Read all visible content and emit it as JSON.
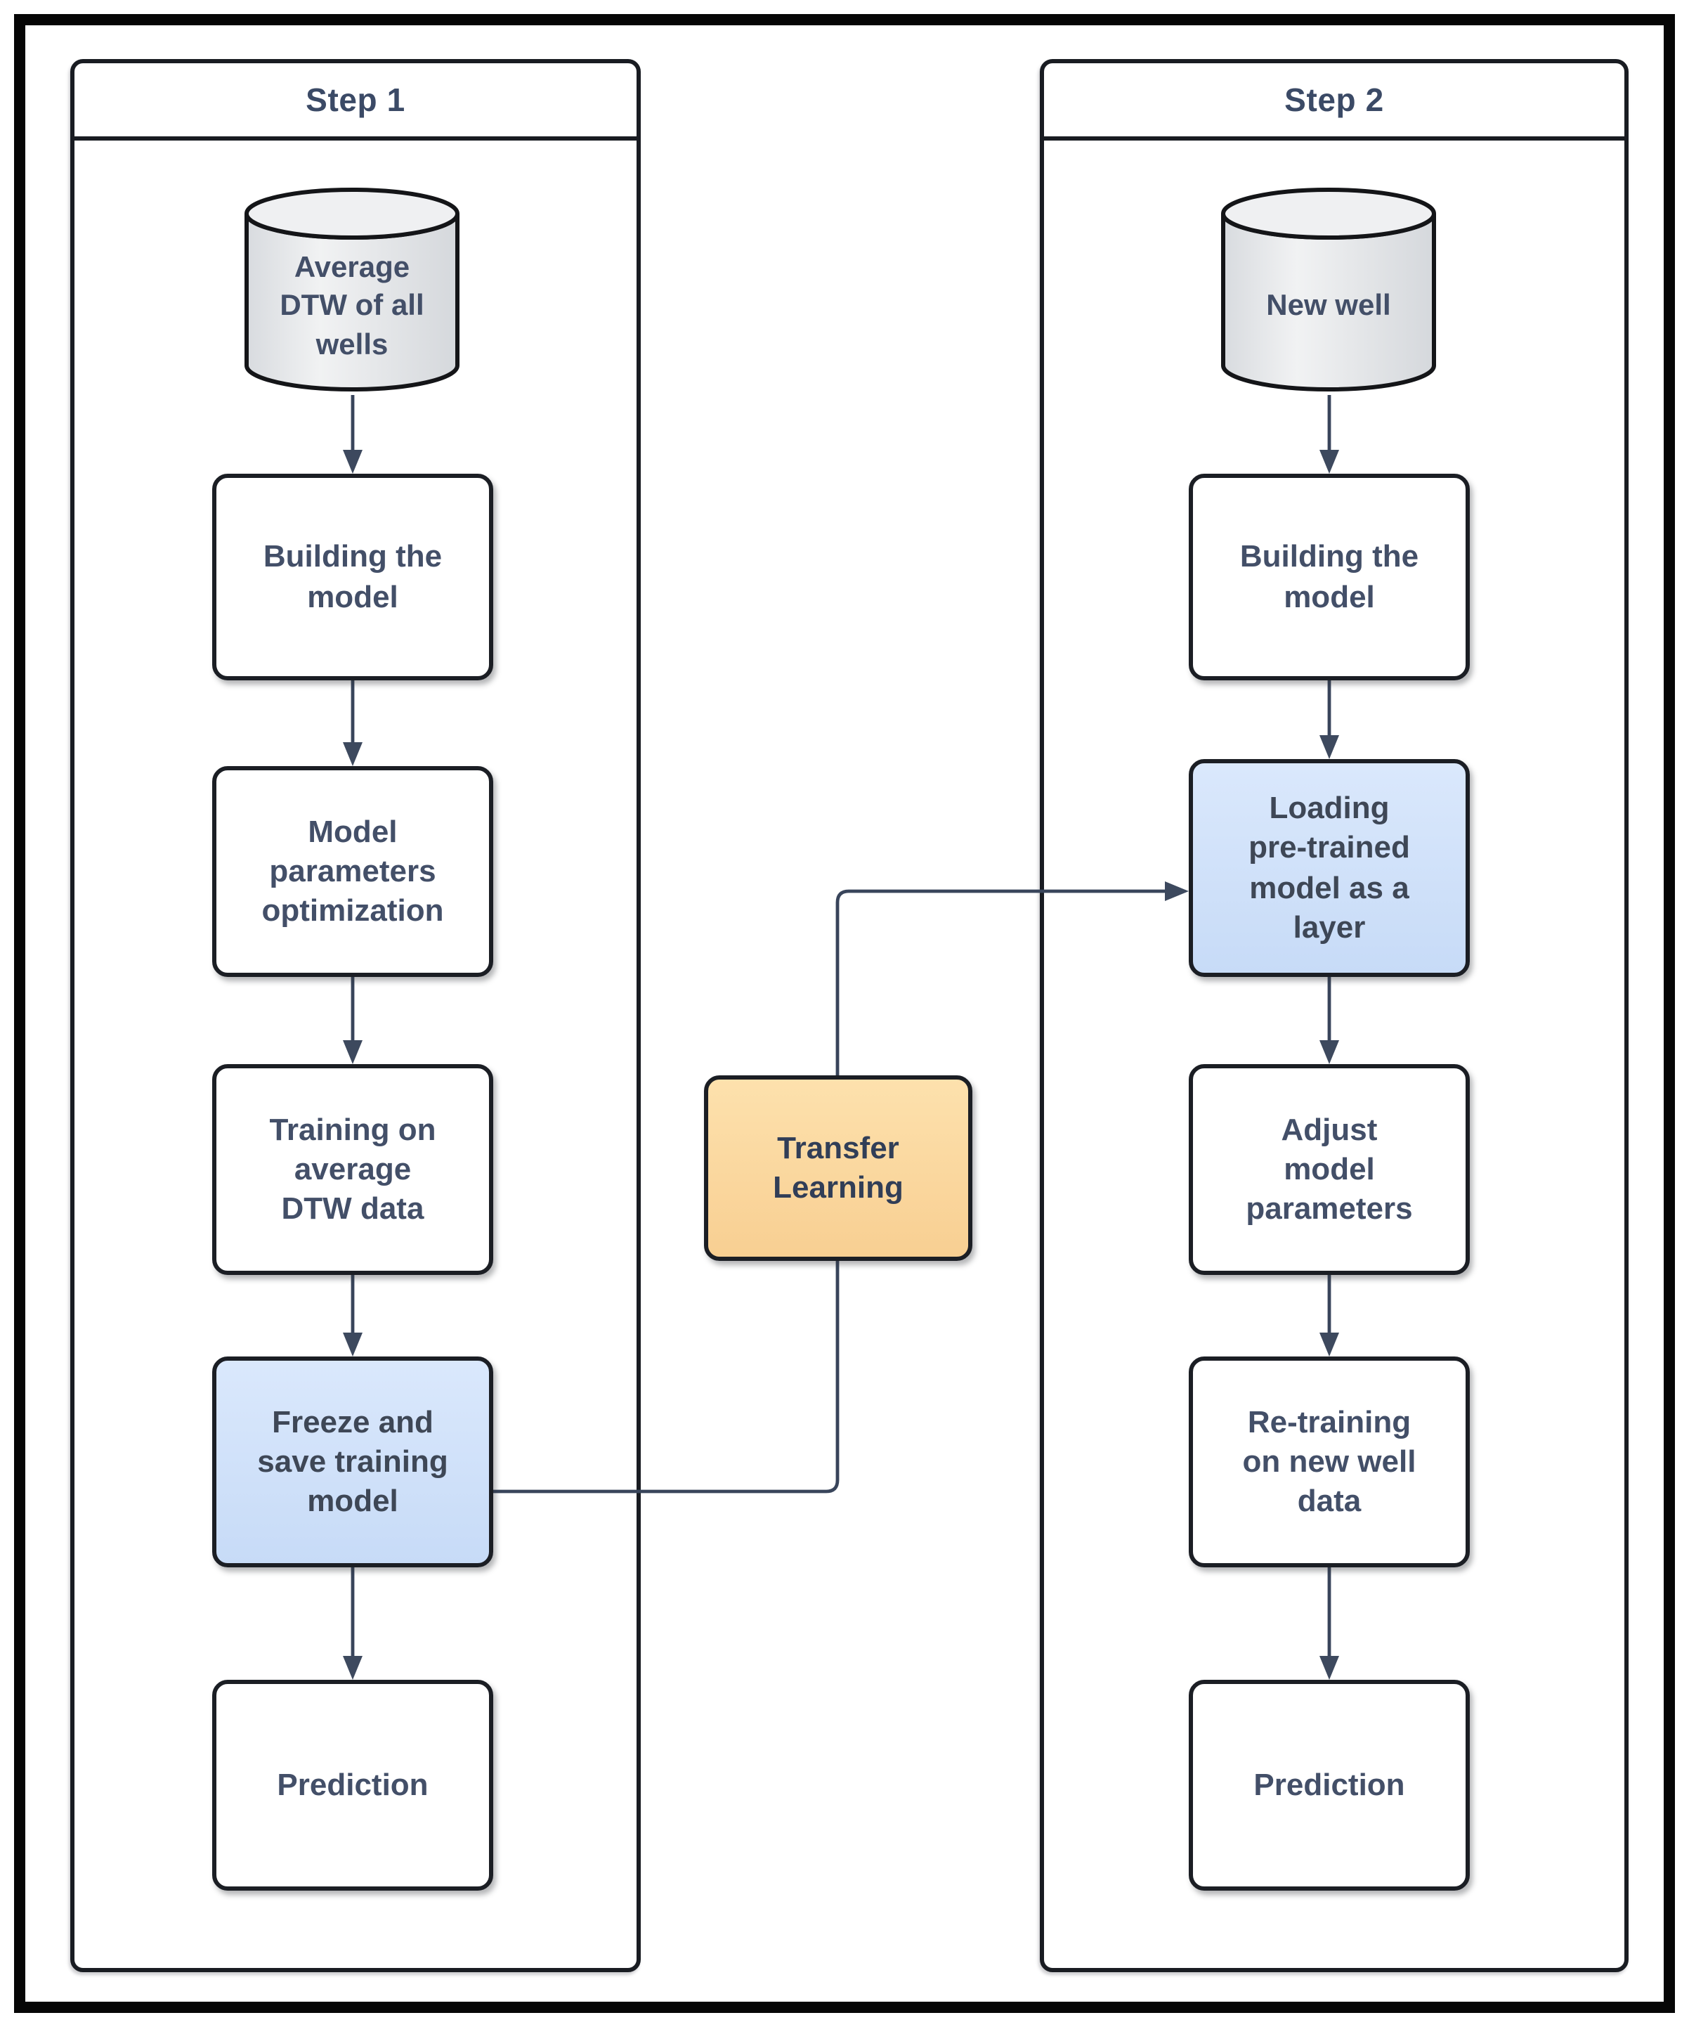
{
  "page": {
    "background": "#ffffff"
  },
  "colors": {
    "outer_border": "#060606",
    "panel_border": "#191c22",
    "node_border": "#1b1e24",
    "text": "#434f68",
    "header_text": "#3b4a66",
    "arrow": "#3d495e",
    "blue_node": "#cfe1f9",
    "orange_node": "#f9d49c",
    "cylinder_fill": "#e9ebee"
  },
  "step1": {
    "title": "Step 1",
    "source": {
      "shape": "database-cylinder",
      "label": "Average\nDTW of all\nwells"
    },
    "nodes": [
      {
        "label": "Building the\nmodel",
        "highlight": "none"
      },
      {
        "label": "Model\nparameters\noptimization",
        "highlight": "none"
      },
      {
        "label": "Training on\naverage\nDTW data",
        "highlight": "none"
      },
      {
        "label": "Freeze and\nsave training\nmodel",
        "highlight": "blue"
      },
      {
        "label": "Prediction",
        "highlight": "none"
      }
    ]
  },
  "step2": {
    "title": "Step 2",
    "source": {
      "shape": "database-cylinder",
      "label": "New well"
    },
    "nodes": [
      {
        "label": "Building the\nmodel",
        "highlight": "none"
      },
      {
        "label": "Loading\npre-trained\nmodel as a\nlayer",
        "highlight": "blue"
      },
      {
        "label": "Adjust\nmodel\nparameters",
        "highlight": "none"
      },
      {
        "label": "Re-training\non new well\ndata",
        "highlight": "none"
      },
      {
        "label": "Prediction",
        "highlight": "none"
      }
    ]
  },
  "transfer_node": {
    "label": "Transfer\nLearning",
    "highlight": "orange"
  }
}
